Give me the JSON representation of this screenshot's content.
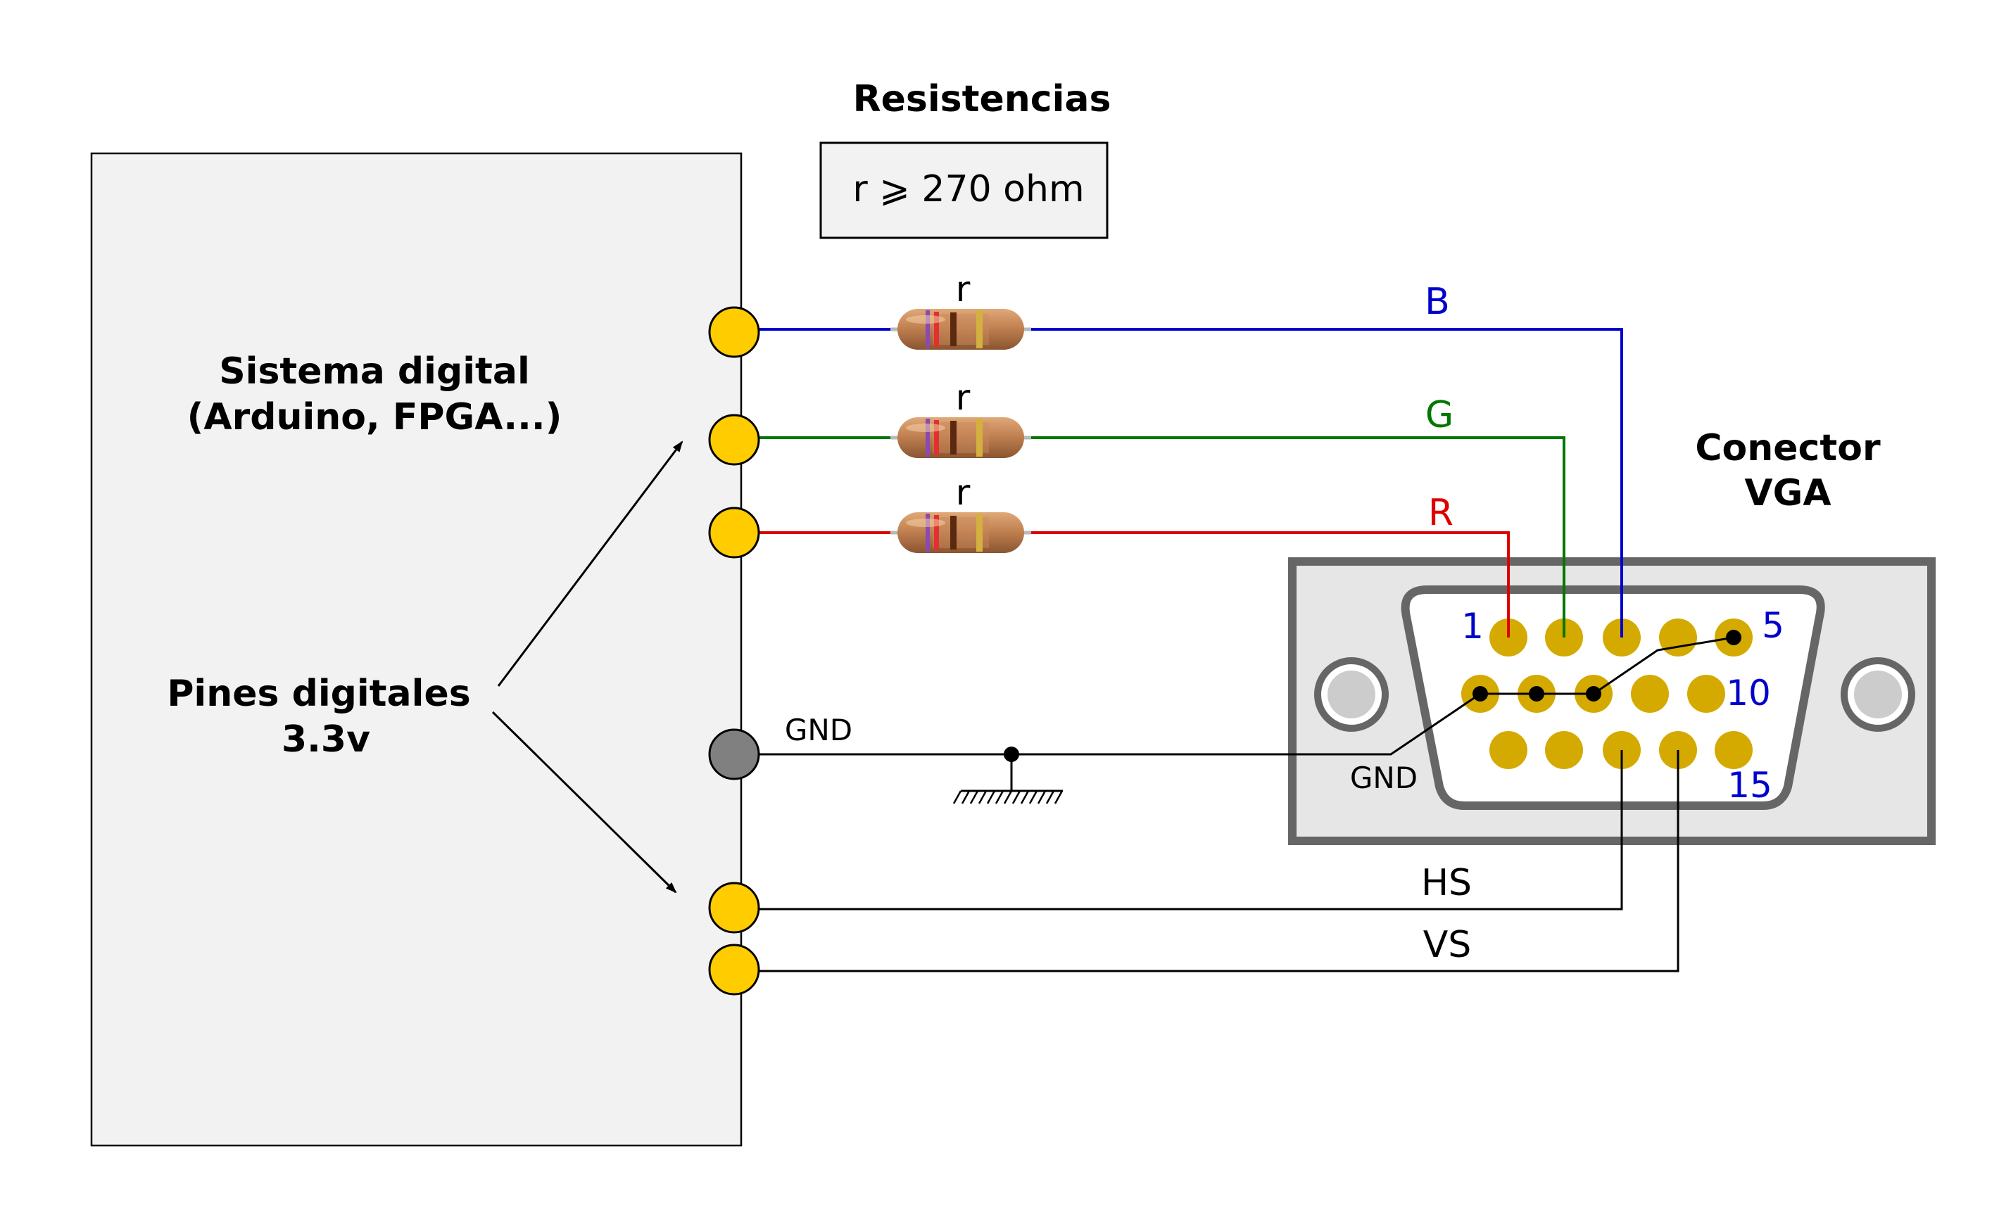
{
  "resistors_box": {
    "title": "Resistencias",
    "spec": "r ⩾ 270 ohm"
  },
  "digital_system": {
    "title_line1": "Sistema digital",
    "title_line2": "(Arduino, FPGA...)",
    "pins_line1": "Pines digitales",
    "pins_line2": "3.3v"
  },
  "resistor_label": "r",
  "signals": {
    "blue": "B",
    "green": "G",
    "red": "R",
    "gnd_left": "GND",
    "gnd_right": "GND",
    "hsync": "HS",
    "vsync": "VS"
  },
  "connector": {
    "title_line1": "Conector",
    "title_line2": "VGA",
    "pin_1": "1",
    "pin_5": "5",
    "pin_10": "10",
    "pin_15": "15"
  },
  "colors": {
    "blue_wire": "#0000cc",
    "green_wire": "#007700",
    "red_wire": "#dd0000",
    "pin_yellow": "#ffcc00",
    "gnd_pin": "#808080",
    "vga_pin": "#d4aa00",
    "pin_number": "#0000cc"
  }
}
